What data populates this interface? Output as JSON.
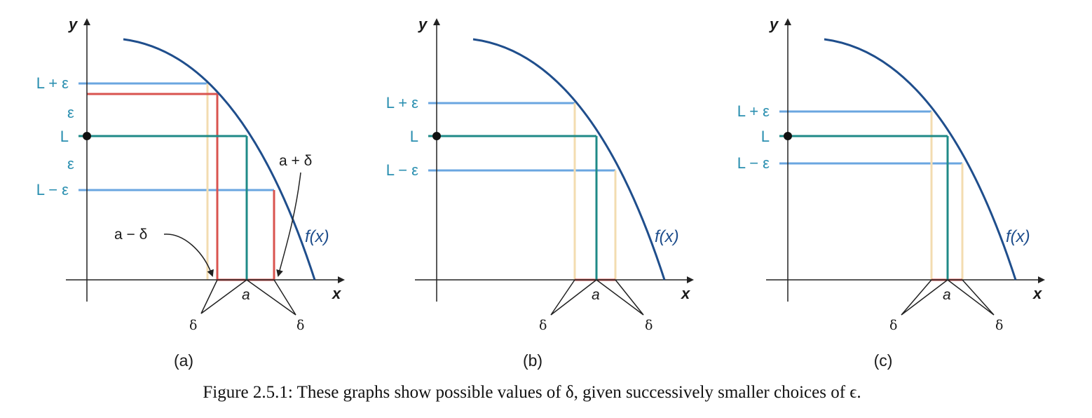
{
  "colors": {
    "curve": "#1f4e8c",
    "epsilon_band": "#6aa6e0",
    "L_line": "#1f8a87",
    "delta_pale": "#f3dcb0",
    "delta_red": "#d9534f",
    "axis": "#222222",
    "text_blue": "#2a8fb0"
  },
  "labels": {
    "y_axis": "y",
    "x_axis": "x",
    "function": "f(x)",
    "a": "a",
    "delta": "δ",
    "L_plus_eps": "L + ε",
    "L": "L",
    "L_minus_eps": "L − ε",
    "eps": "ε",
    "a_minus_delta": "a − δ",
    "a_plus_delta": "a + δ"
  },
  "panels": [
    {
      "label": "(a)"
    },
    {
      "label": "(b)"
    },
    {
      "label": "(c)"
    }
  ],
  "caption": "Figure 2.5.1: These graphs show possible values of δ, given successively smaller choices of ϵ."
}
